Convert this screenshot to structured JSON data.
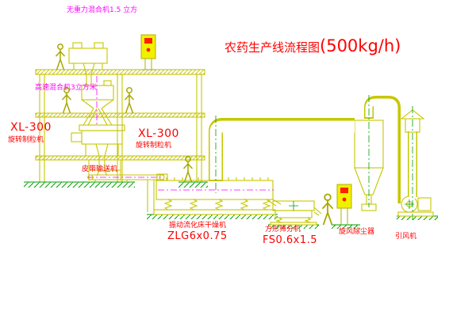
{
  "title": {
    "text": "农药生产线流程图",
    "capacity": "(500kg/h)"
  },
  "equipment_labels": {
    "gravity_mixer": "无重力混合机1.5 立方",
    "highspeed_mixer": "高速混合机3立方米",
    "granulator_left": {
      "model": "XL-300",
      "name": "旋转制粒机"
    },
    "granulator_mid": {
      "model": "XL-300",
      "name": "旋转制粒机"
    },
    "belt_conveyor": "皮带输送机",
    "dryer": {
      "name": "振动流化床干燥机",
      "model": "ZLG6x0.75"
    },
    "sieve": {
      "name": "方形筛分机",
      "model": "FS0.6x1.5"
    },
    "cyclone": "旋风除尘器",
    "fan": "引风机"
  },
  "colors": {
    "line_yellow": "#c6c600",
    "line_green": "#00a000",
    "label_magenta": "#ff00ff",
    "label_red": "#ff0000",
    "background": "#ffffff"
  }
}
